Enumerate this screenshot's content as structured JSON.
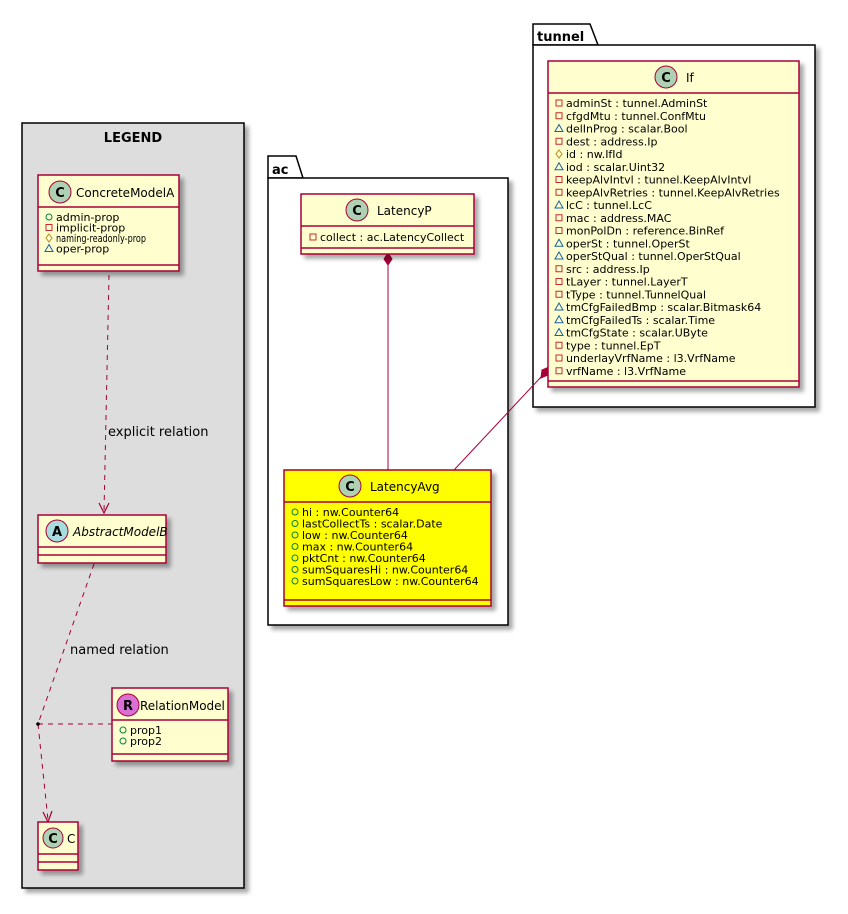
{
  "legend": {
    "title": "LEGEND",
    "concrete_model": {
      "stereotype": "C",
      "name": "ConcreteModelA",
      "attrs": [
        {
          "vis": "public",
          "text": "admin-prop"
        },
        {
          "vis": "private",
          "text": "implicit-prop"
        },
        {
          "vis": "protected",
          "text": "naming-readonly-prop"
        },
        {
          "vis": "package",
          "text": "oper-prop"
        }
      ]
    },
    "abstract_model": {
      "stereotype": "A",
      "name": "AbstractModelB"
    },
    "relation_model": {
      "stereotype": "R",
      "name": "RelationModel",
      "attrs": [
        {
          "vis": "public",
          "text": "prop1"
        },
        {
          "vis": "public",
          "text": "prop2"
        }
      ]
    },
    "c_model": {
      "stereotype": "C",
      "name": "C"
    },
    "explicit_relation_label": "explicit relation",
    "named_relation_label": "named relation"
  },
  "packages": {
    "ac": {
      "title": "ac",
      "latency_p": {
        "stereotype": "C",
        "name": "LatencyP",
        "attrs": [
          {
            "vis": "private",
            "text": "collect : ac.LatencyCollect"
          }
        ]
      },
      "latency_avg": {
        "stereotype": "C",
        "name": "LatencyAvg",
        "attrs": [
          {
            "vis": "public",
            "text": "hi : nw.Counter64"
          },
          {
            "vis": "public",
            "text": "lastCollectTs : scalar.Date"
          },
          {
            "vis": "public",
            "text": "low : nw.Counter64"
          },
          {
            "vis": "public",
            "text": "max : nw.Counter64"
          },
          {
            "vis": "public",
            "text": "pktCnt : nw.Counter64"
          },
          {
            "vis": "public",
            "text": "sumSquaresHi : nw.Counter64"
          },
          {
            "vis": "public",
            "text": "sumSquaresLow : nw.Counter64"
          }
        ]
      }
    },
    "tunnel": {
      "title": "tunnel",
      "if_class": {
        "stereotype": "C",
        "name": "If",
        "attrs": [
          {
            "vis": "private",
            "text": "adminSt : tunnel.AdminSt"
          },
          {
            "vis": "private",
            "text": "cfgdMtu : tunnel.ConfMtu"
          },
          {
            "vis": "package",
            "text": "delInProg : scalar.Bool"
          },
          {
            "vis": "private",
            "text": "dest : address.Ip"
          },
          {
            "vis": "protected",
            "text": "id : nw.IfId"
          },
          {
            "vis": "package",
            "text": "iod : scalar.Uint32"
          },
          {
            "vis": "private",
            "text": "keepAlvIntvl : tunnel.KeepAlvIntvl"
          },
          {
            "vis": "private",
            "text": "keepAlvRetries : tunnel.KeepAlvRetries"
          },
          {
            "vis": "package",
            "text": "lcC : tunnel.LcC"
          },
          {
            "vis": "private",
            "text": "mac : address.MAC"
          },
          {
            "vis": "private",
            "text": "monPolDn : reference.BinRef"
          },
          {
            "vis": "package",
            "text": "operSt : tunnel.OperSt"
          },
          {
            "vis": "package",
            "text": "operStQual : tunnel.OperStQual"
          },
          {
            "vis": "private",
            "text": "src : address.Ip"
          },
          {
            "vis": "private",
            "text": "tLayer : tunnel.LayerT"
          },
          {
            "vis": "private",
            "text": "tType : tunnel.TunnelQual"
          },
          {
            "vis": "package",
            "text": "tmCfgFailedBmp : scalar.Bitmask64"
          },
          {
            "vis": "package",
            "text": "tmCfgFailedTs : scalar.Time"
          },
          {
            "vis": "package",
            "text": "tmCfgState : scalar.UByte"
          },
          {
            "vis": "private",
            "text": "type : tunnel.EpT"
          },
          {
            "vis": "private",
            "text": "underlayVrfName : l3.VrfName"
          },
          {
            "vis": "private",
            "text": "vrfName : l3.VrfName"
          }
        ]
      }
    }
  },
  "colors": {
    "class_fill": "#FEFECE",
    "class_border": "#A80036",
    "highlight_fill": "#FFFF00",
    "legend_fill": "#DDDDDD",
    "c_badge": "#ADD1B2",
    "a_badge": "#A9DCDF",
    "r_badge": "#DA70D6",
    "visibility_public": "#038048",
    "visibility_private": "#C82930",
    "visibility_protected": "#B38D22",
    "visibility_package": "#1963A0"
  }
}
